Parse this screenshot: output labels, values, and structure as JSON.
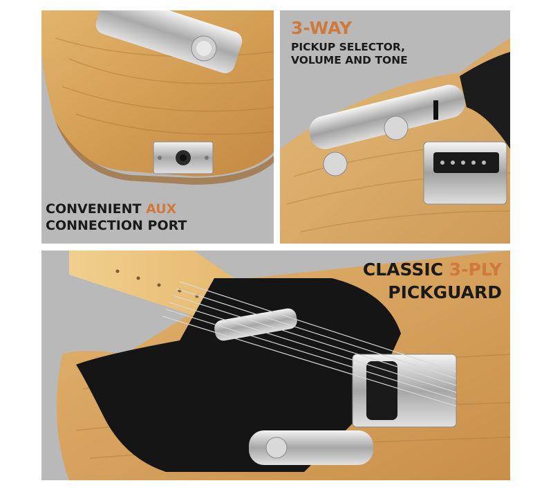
{
  "colors": {
    "background": "#b9b9b9",
    "accent": "#cf7a3c",
    "text": "#1a1a1a",
    "wood": "#d9a75d"
  },
  "panels": {
    "aux": {
      "line1_a": "CONVENIENT ",
      "line1_b": "AUX",
      "line2": "CONNECTION PORT"
    },
    "selector": {
      "heading": "3-WAY",
      "line1": "PICKUP SELECTOR,",
      "line2": "VOLUME AND TONE"
    },
    "pickguard": {
      "line1_a": "CLASSIC ",
      "line1_b": "3-PLY",
      "line2": "PICKGUARD"
    }
  }
}
